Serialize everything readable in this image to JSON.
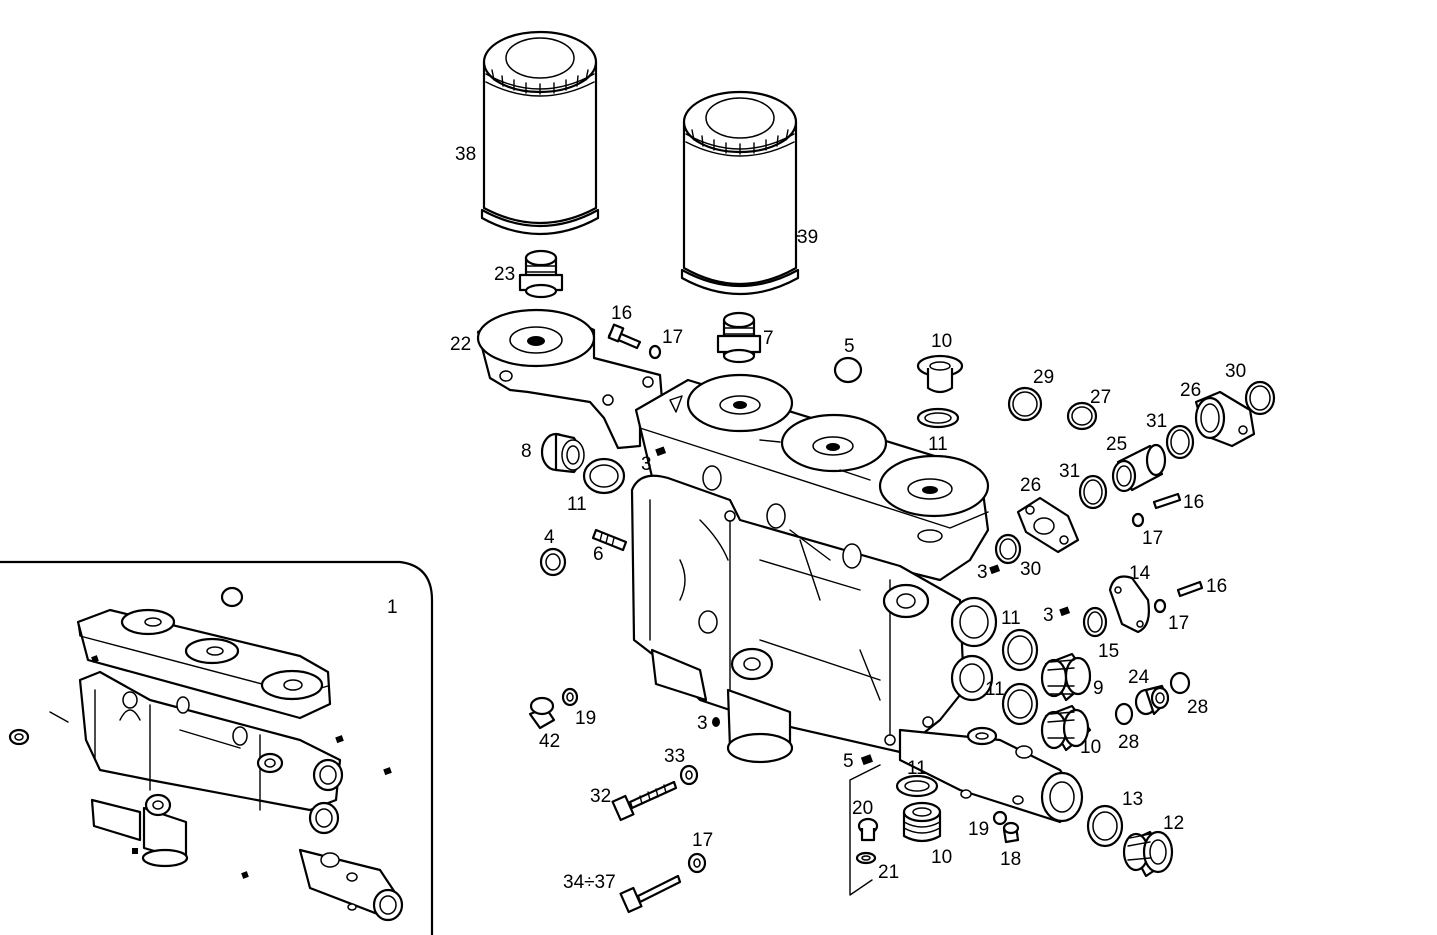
{
  "inset": {
    "label": "1"
  },
  "callouts": {
    "c38": "38",
    "c39": "39",
    "c23": "23",
    "c22": "22",
    "c16a": "16",
    "c17a": "17",
    "c7": "7",
    "c5a": "5",
    "c10a": "10",
    "c11a": "11",
    "c29": "29",
    "c27": "27",
    "c30a": "30",
    "c26a": "26",
    "c31a": "31",
    "c25": "25",
    "c31b": "31",
    "c26b": "26",
    "c16b": "16",
    "c17b": "17",
    "c8": "8",
    "c3a": "3",
    "c11b": "11",
    "c4": "4",
    "c6": "6",
    "c3b": "3",
    "c30b": "30",
    "c14": "14",
    "c16c": "16",
    "c3c": "3",
    "c17c": "17",
    "c11c": "11",
    "c15": "15",
    "c24": "24",
    "c9": "9",
    "c11d": "11",
    "c28a": "28",
    "c28b": "28",
    "c10b": "10",
    "c19a": "19",
    "c42": "42",
    "c3d": "3",
    "c33": "33",
    "c5b": "5",
    "c11e": "11",
    "c32": "32",
    "c20": "20",
    "c19b": "19",
    "c13": "13",
    "c12": "12",
    "c10c": "10",
    "c18": "18",
    "c21": "21",
    "c17d": "17",
    "c34": "34÷37"
  }
}
